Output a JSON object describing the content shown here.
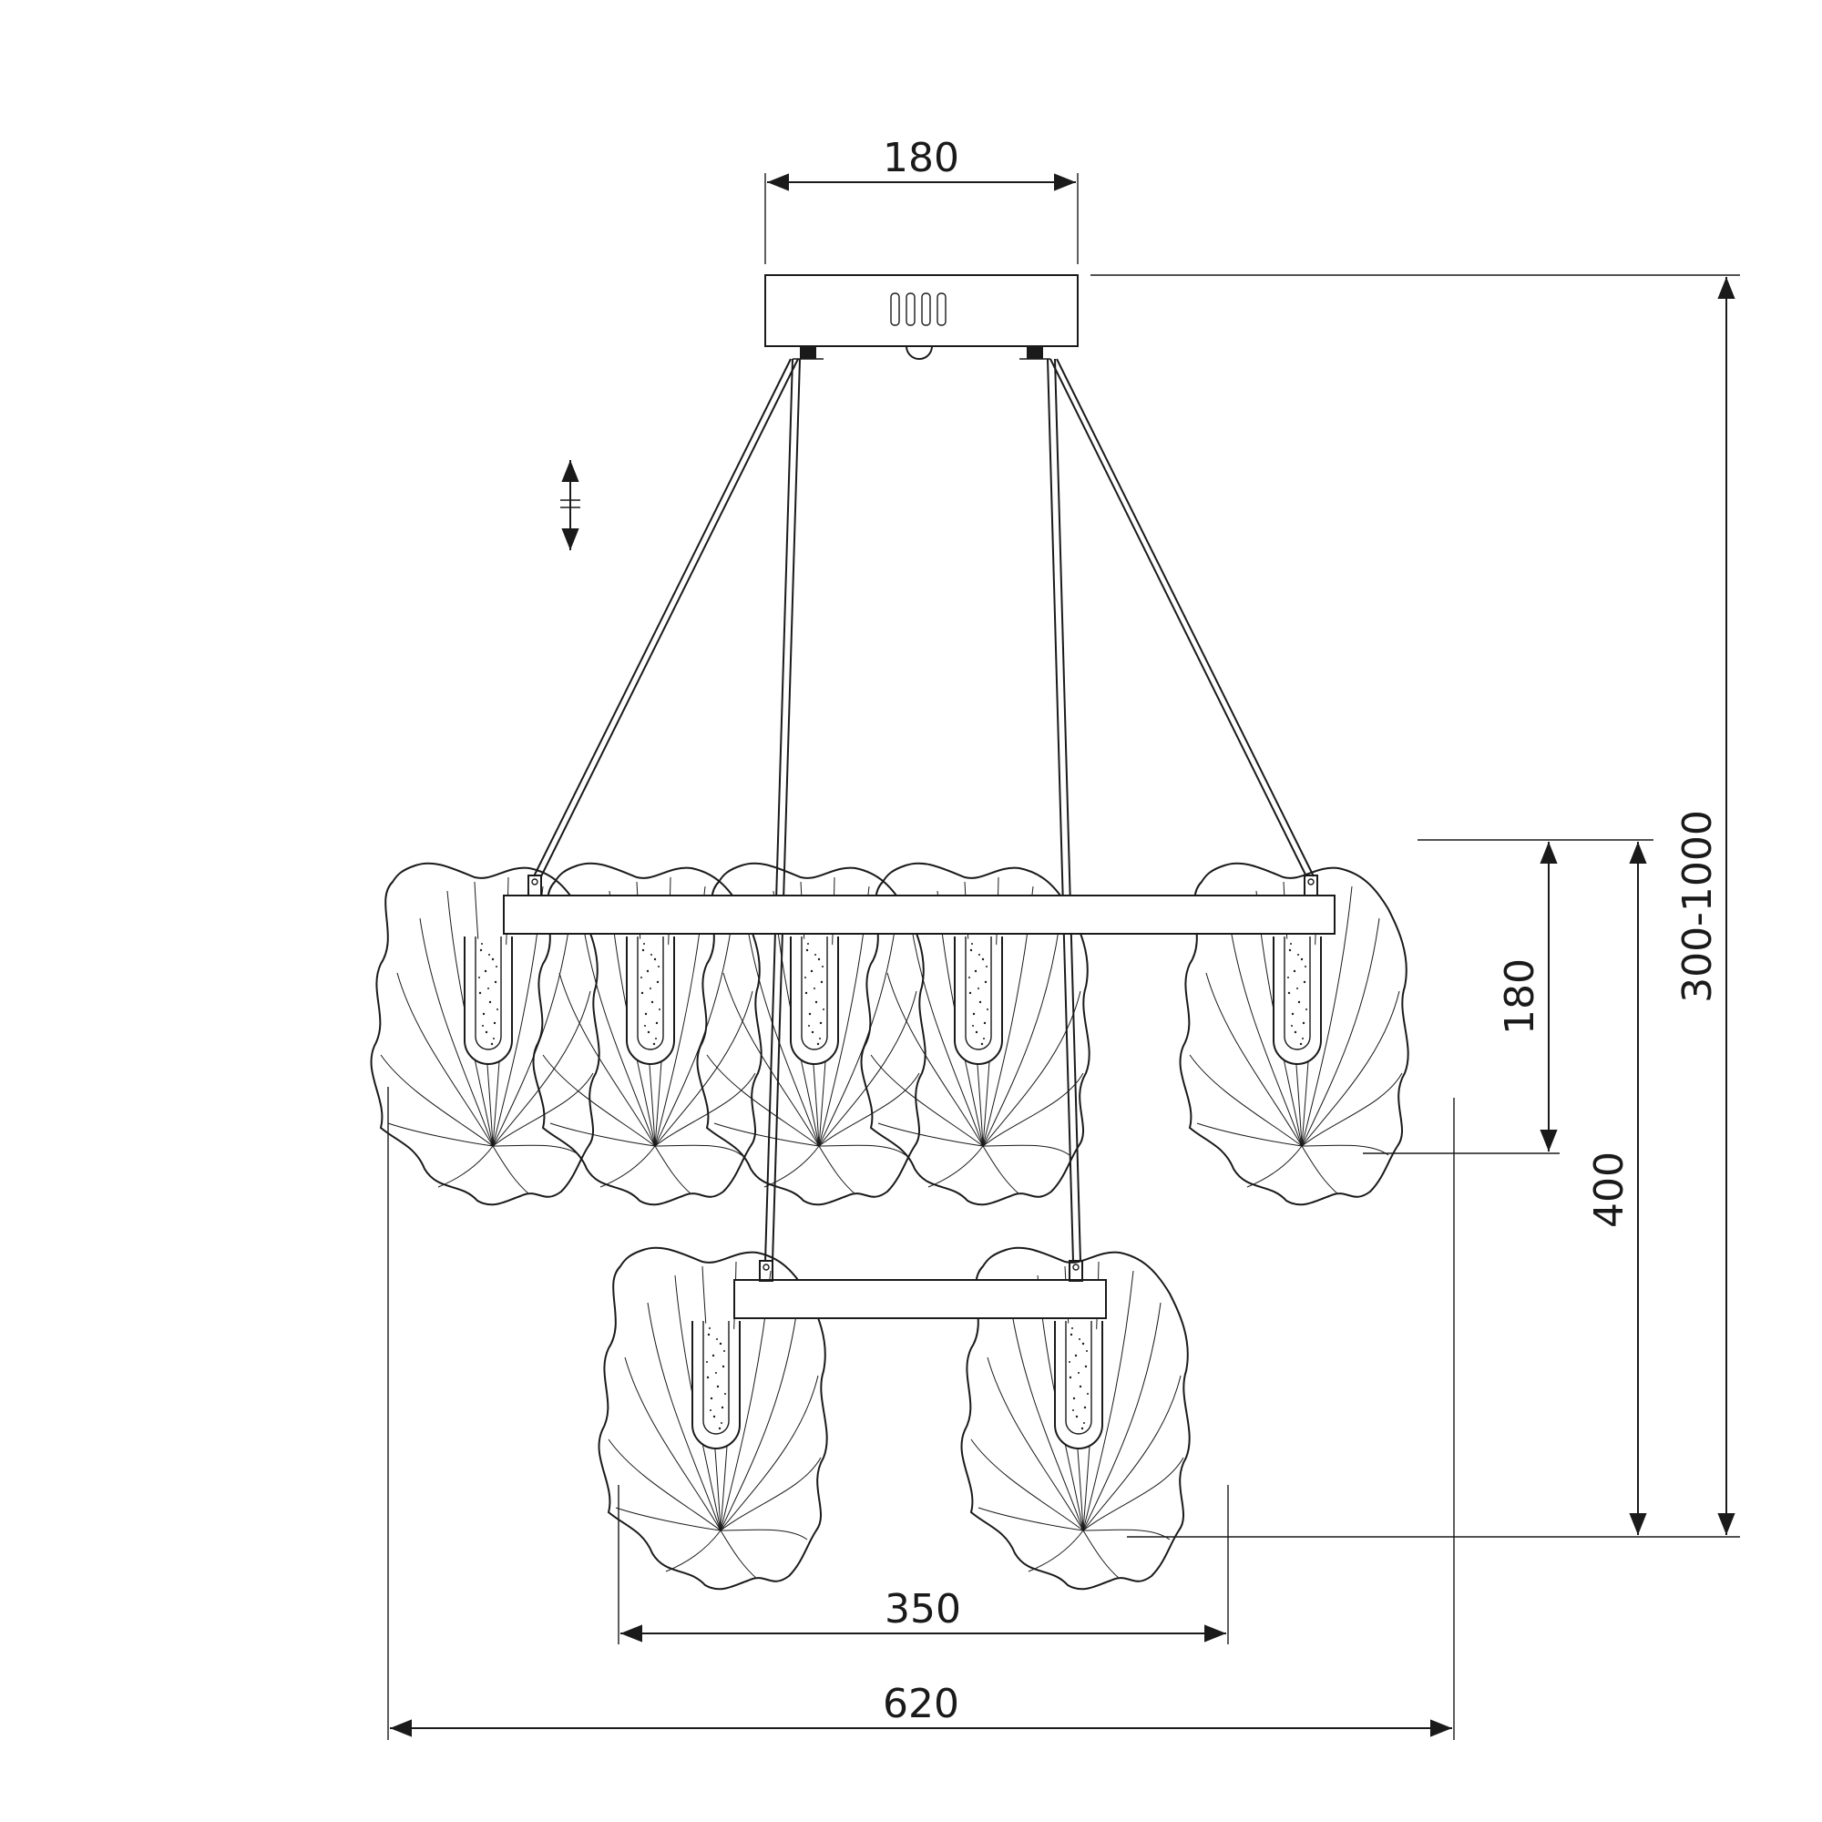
{
  "dimensions": {
    "canopy_width": "180",
    "height_range": "300-1000",
    "upper_tier_height": "180",
    "total_body_height": "400",
    "lower_tier_width": "350",
    "overall_width": "620"
  },
  "colors": {
    "line": "#1a1a1a",
    "background": "#ffffff"
  },
  "icons": {
    "adjust": "adjustable-height-icon"
  }
}
